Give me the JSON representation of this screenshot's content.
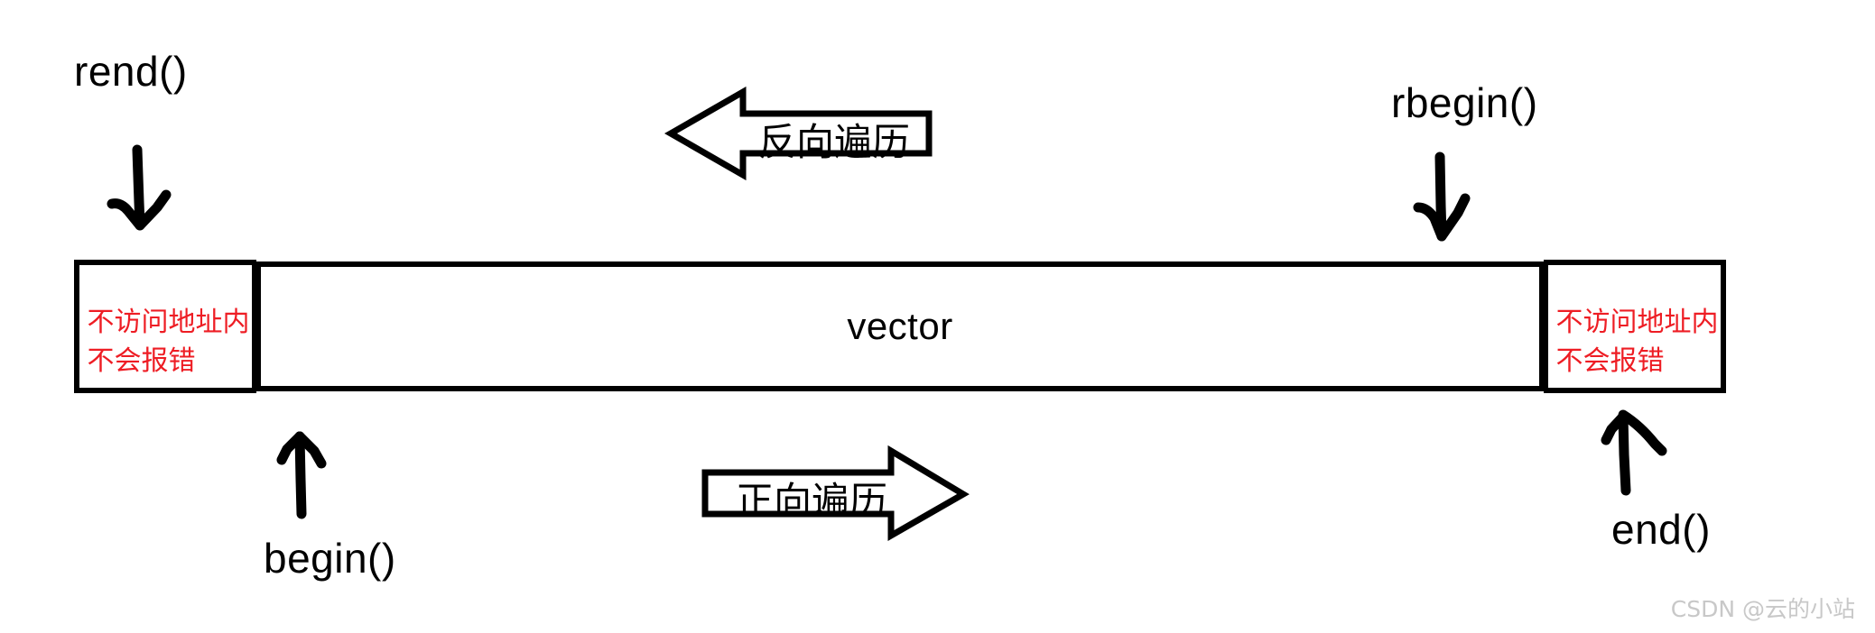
{
  "diagram": {
    "title": "vector iterator range diagram",
    "container": {
      "cells": [
        {
          "name": "left-out-of-bounds",
          "lines": [
            "不访问地址内",
            "不会报错"
          ],
          "text_color": "#ee1d24"
        },
        {
          "name": "vector-body",
          "label": "vector",
          "text_color": "#000000"
        },
        {
          "name": "right-out-of-bounds",
          "lines": [
            "不访问地址内",
            "不会报错"
          ],
          "text_color": "#ee1d24"
        }
      ]
    },
    "labels": {
      "rend": "rend()",
      "rbegin": "rbegin()",
      "begin": "begin()",
      "end": "end()"
    },
    "block_arrows": [
      {
        "name": "reverse-traversal",
        "label": "反向遍历",
        "direction": "left"
      },
      {
        "name": "forward-traversal",
        "label": "正向遍历",
        "direction": "right"
      }
    ],
    "hand_arrows": [
      {
        "name": "rend-pointer",
        "direction": "down"
      },
      {
        "name": "rbegin-pointer",
        "direction": "down"
      },
      {
        "name": "begin-pointer",
        "direction": "up"
      },
      {
        "name": "end-pointer",
        "direction": "up"
      }
    ],
    "colors": {
      "stroke": "#000000",
      "warning_text": "#ee1d24",
      "background": "#ffffff",
      "watermark": "#c8c8c8"
    }
  },
  "watermark": {
    "text": "CSDN @云的小站"
  }
}
